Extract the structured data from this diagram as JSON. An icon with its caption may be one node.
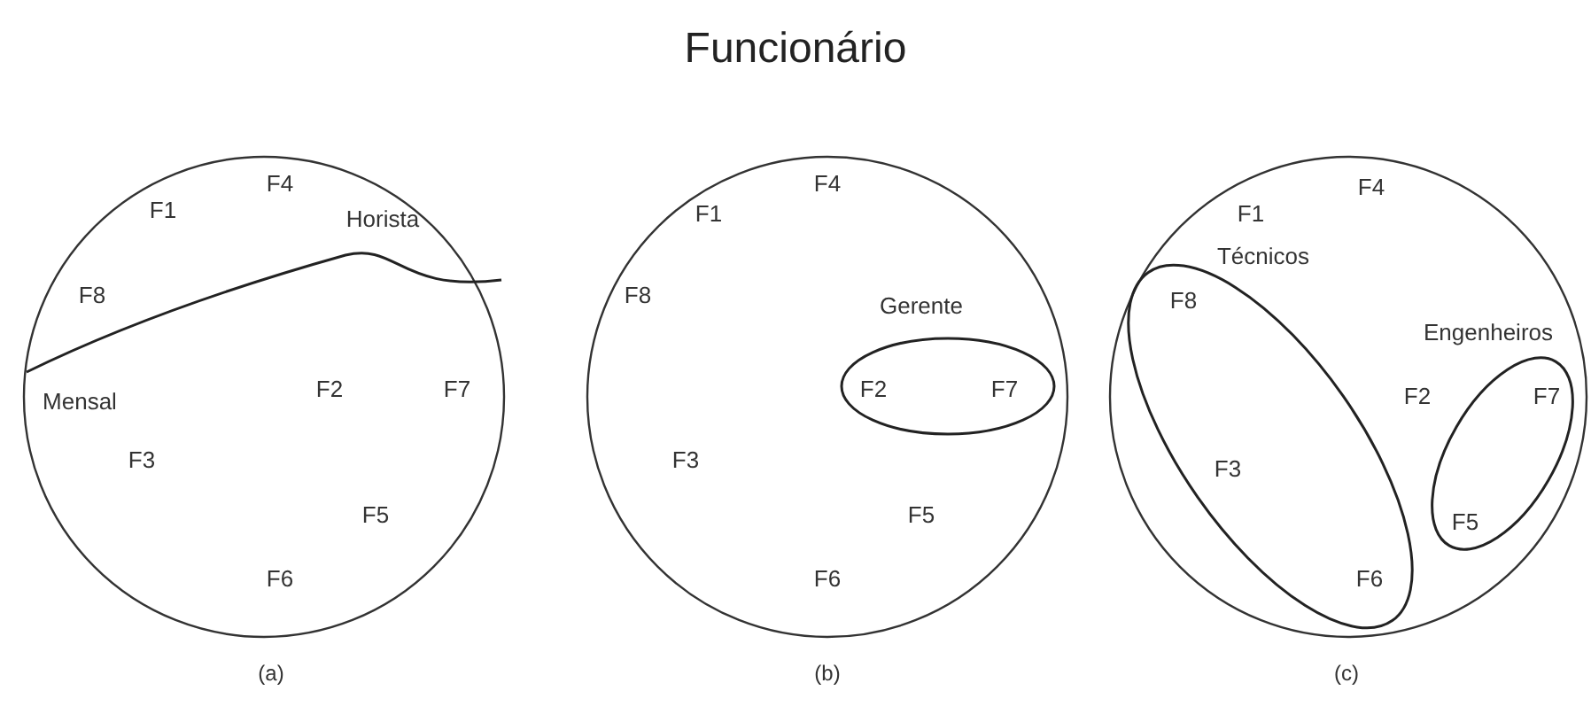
{
  "diagram": {
    "title": "Funcionário",
    "nodes": [
      {
        "text": [
          "F4",
          "F1",
          "Horista",
          "F8",
          "Mensal",
          "F2",
          "F7",
          "F3",
          "F5",
          "F6"
        ],
        "beside": [
          "(a)"
        ]
      },
      {
        "text": [
          "F4",
          "F1",
          "F8",
          "F3",
          "F5",
          "F6"
        ],
        "beside": [
          "(b)"
        ]
      },
      {
        "text": [
          "Gerente",
          "F2",
          "F7"
        ],
        "in": 1
      },
      {
        "text": [
          "F4",
          "F1",
          "F2"
        ],
        "beside": [
          "(c)"
        ]
      },
      {
        "text": [
          "Técnicos",
          "F8",
          "F3",
          "F6"
        ],
        "in": 3
      },
      {
        "text": [
          "Engenheiros",
          "F7",
          "F5"
        ],
        "in": 3
      }
    ],
    "edges": []
  }
}
